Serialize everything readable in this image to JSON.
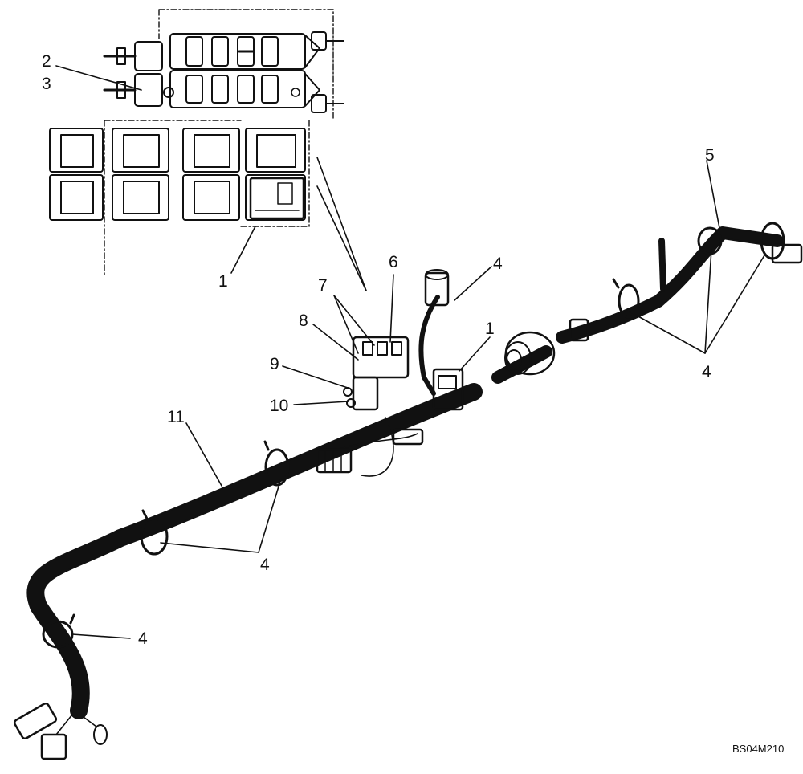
{
  "figure_ref": "BS04M210",
  "callouts": {
    "c1_top": "1",
    "c1_mid": "1",
    "c2": "2",
    "c3": "3",
    "c4_topconn": "4",
    "c4_right": "4",
    "c4_center": "4",
    "c4_left": "4",
    "c5": "5",
    "c6": "6",
    "c7": "7",
    "c8": "8",
    "c9": "9",
    "c10": "10",
    "c11": "11"
  }
}
